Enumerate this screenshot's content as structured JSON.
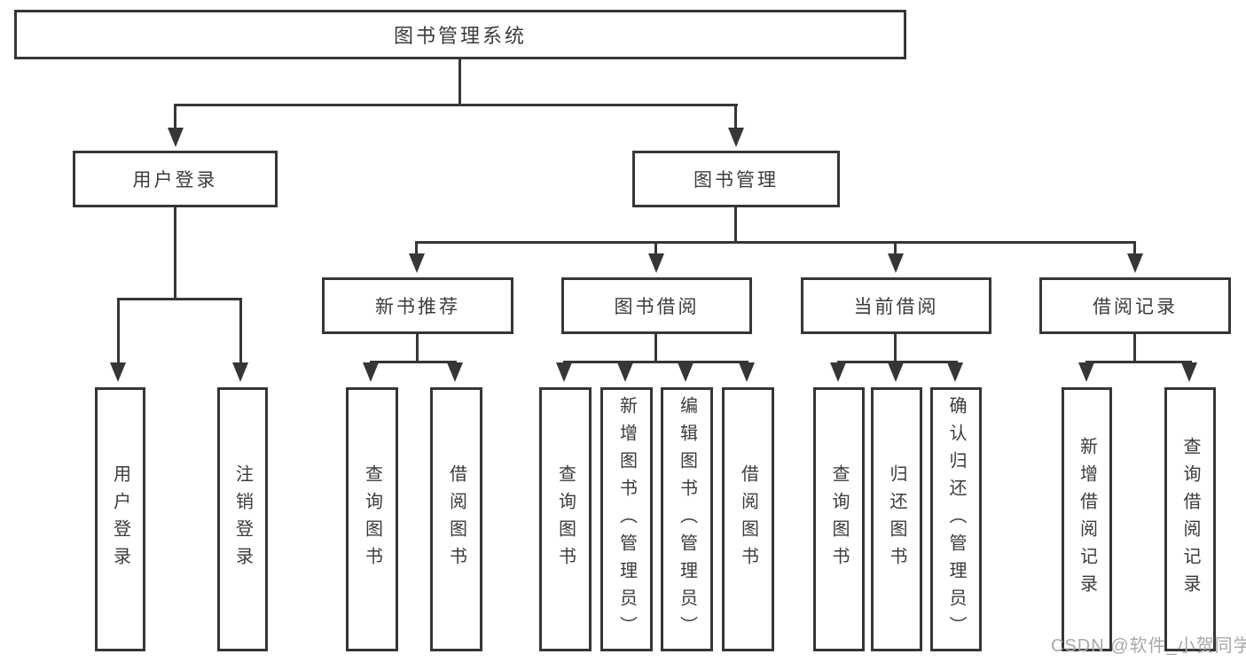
{
  "diagram": {
    "root": {
      "label": "图书管理系统"
    },
    "branches": [
      {
        "label": "用户登录",
        "children": [
          {
            "label": "用户登录"
          },
          {
            "label": "注销登录"
          }
        ]
      },
      {
        "label": "图书管理",
        "children": [
          {
            "label": "新书推荐",
            "children": [
              {
                "label": "查询图书"
              },
              {
                "label": "借阅图书"
              }
            ]
          },
          {
            "label": "图书借阅",
            "children": [
              {
                "label": "查询图书"
              },
              {
                "label": "新增图书（管理员）"
              },
              {
                "label": "编辑图书（管理员）"
              },
              {
                "label": "借阅图书"
              }
            ]
          },
          {
            "label": "当前借阅",
            "children": [
              {
                "label": "查询图书"
              },
              {
                "label": "归还图书"
              },
              {
                "label": "确认归还（管理员）"
              }
            ]
          },
          {
            "label": "借阅记录",
            "children": [
              {
                "label": "新增借阅记录"
              },
              {
                "label": "查询借阅记录"
              }
            ]
          }
        ]
      }
    ]
  },
  "watermark": {
    "text": "CSDN @软件_小贺同学"
  },
  "colors": {
    "line": "#363636",
    "box_border": "#363636",
    "box_background": "#ffffff",
    "text": "#3b3b40",
    "watermark": "#a8a8a8",
    "page_background": "#ffffff"
  }
}
